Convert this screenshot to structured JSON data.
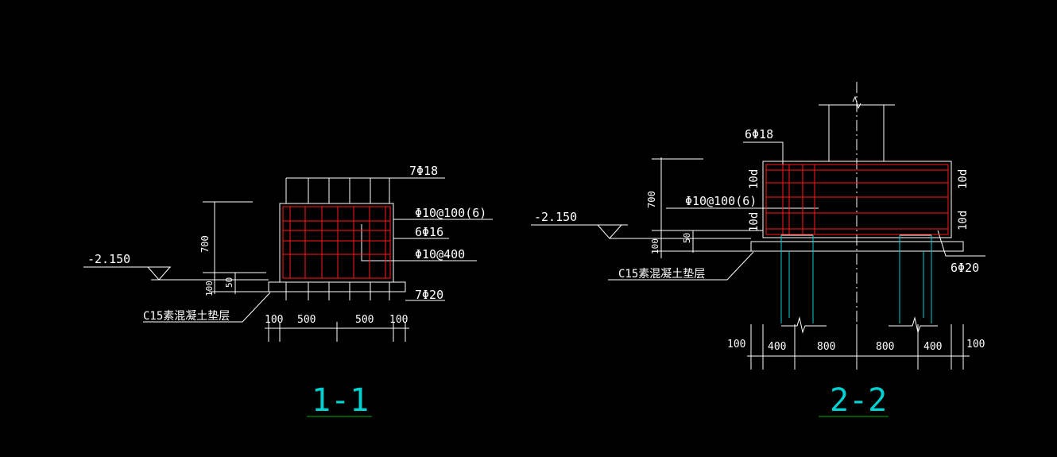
{
  "colors": {
    "background": "#000000",
    "line": "#ffffff",
    "rebar": "#ff1a1a",
    "pile": "#00d0d0",
    "title": "#00d0d0",
    "title_underline": "#00b000"
  },
  "section_1": {
    "title": "1-1",
    "rebar_top": "7Φ18",
    "stirrup": "Φ10@100(6)",
    "side_bars": "6Φ16",
    "tie": "Φ10@400",
    "rebar_bottom": "7Φ20",
    "elevation": "-2.150",
    "cushion": "C15素混凝土垫层",
    "dim_height": "700",
    "dim_cushion": "100",
    "dim_cover": "50",
    "dims_bottom": [
      "100",
      "500",
      "500",
      "100"
    ]
  },
  "section_2": {
    "title": "2-2",
    "rebar_top": "6Φ18",
    "stirrup": "Φ10@100(6)",
    "rebar_bottom": "6Φ20",
    "elevation": "-2.150",
    "cushion": "C15素混凝土垫层",
    "dim_height": "700",
    "dim_cushion": "100",
    "dim_cover": "50",
    "anchor_top": "10d",
    "anchor_bottom": "10d",
    "anchor_right_top": "10d",
    "anchor_right_bottom": "10d",
    "dims_bottom": [
      "100",
      "400",
      "800",
      "800",
      "400",
      "100"
    ]
  }
}
